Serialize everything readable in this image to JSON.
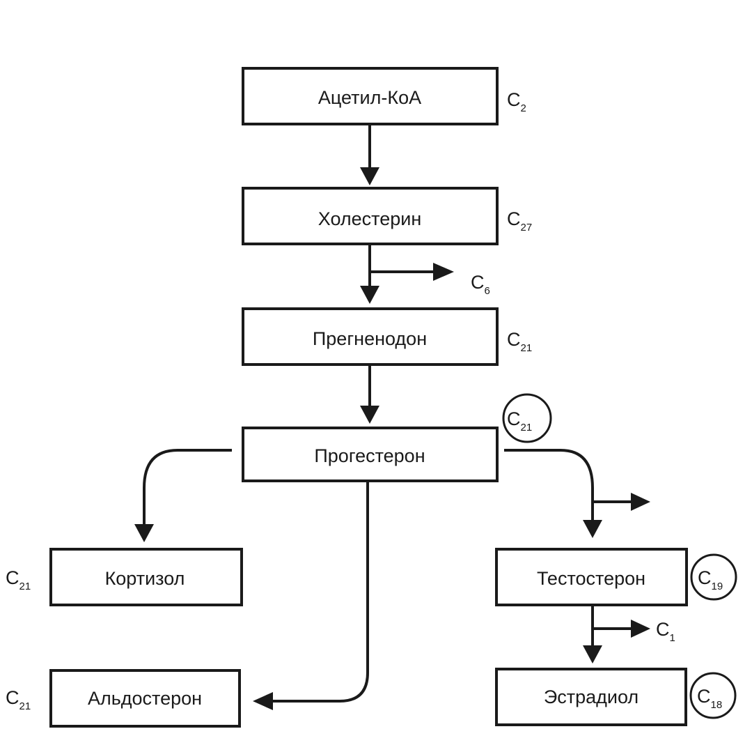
{
  "diagram": {
    "type": "steroid-biosynthesis-flowchart",
    "nodes": [
      {
        "id": "acetyl_coa",
        "label": "Ацетил-КоА",
        "carbon": {
          "base": "C",
          "sub": "2"
        },
        "circled": false
      },
      {
        "id": "cholesterol",
        "label": "Холестерин",
        "carbon": {
          "base": "C",
          "sub": "27"
        },
        "circled": false
      },
      {
        "id": "pregnenolone",
        "label": "Прегненодон",
        "carbon": {
          "base": "C",
          "sub": "21"
        },
        "circled": false
      },
      {
        "id": "progesterone",
        "label": "Прогестерон",
        "carbon": {
          "base": "C",
          "sub": "21"
        },
        "circled": true
      },
      {
        "id": "cortisol",
        "label": "Кортизол",
        "carbon": {
          "base": "C",
          "sub": "21"
        },
        "circled": false
      },
      {
        "id": "aldosterone",
        "label": "Альдостерон",
        "carbon": {
          "base": "C",
          "sub": "21"
        },
        "circled": false
      },
      {
        "id": "testosterone",
        "label": "Тестостерон",
        "carbon": {
          "base": "C",
          "sub": "19"
        },
        "circled": true
      },
      {
        "id": "estradiol",
        "label": "Эстрадиол",
        "carbon": {
          "base": "C",
          "sub": "18"
        },
        "circled": true
      }
    ],
    "edges": [
      {
        "from": "acetyl_coa",
        "to": "cholesterol"
      },
      {
        "from": "cholesterol",
        "to": "pregnenolone",
        "side_product": {
          "base": "C",
          "sub": "6"
        }
      },
      {
        "from": "pregnenolone",
        "to": "progesterone"
      },
      {
        "from": "progesterone",
        "to": "cortisol"
      },
      {
        "from": "progesterone",
        "to": "aldosterone"
      },
      {
        "from": "progesterone",
        "to": "testosterone",
        "side_product": {
          "base": "",
          "sub": ""
        }
      },
      {
        "from": "testosterone",
        "to": "estradiol",
        "side_product": {
          "base": "C",
          "sub": "1"
        }
      }
    ]
  }
}
